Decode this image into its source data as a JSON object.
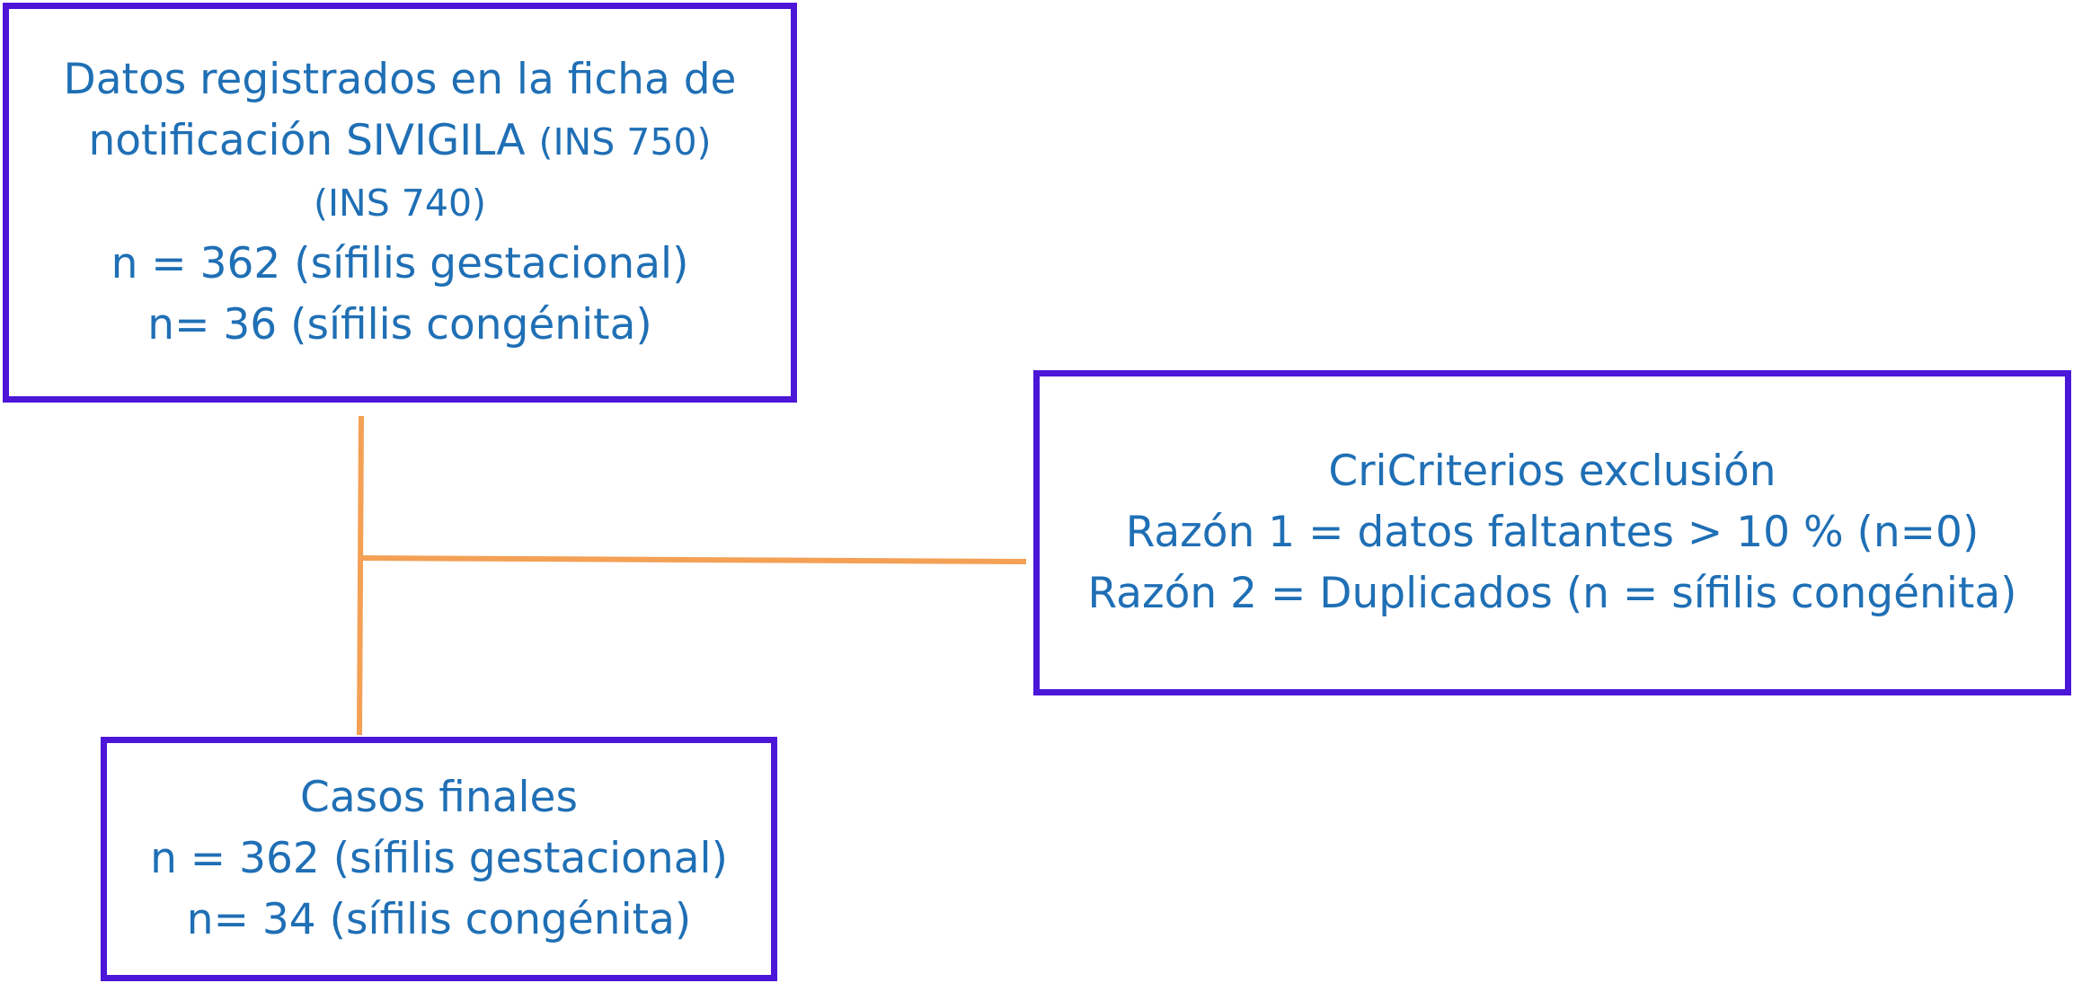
{
  "source_box": {
    "line1": "Datos registrados en la ficha de",
    "line2_main": "notificación SIVIGILA",
    "line2_code": "(INS 750)",
    "line3_code": "(INS 740)",
    "line4": "n = 362 (sífilis gestacional)",
    "line5": "n= 36 (sífilis congénita)"
  },
  "exclusion_box": {
    "title": "CriCriterios exclusión",
    "reason1": "Razón 1 = datos faltantes > 10 % (n=0)",
    "reason2": "Razón 2 = Duplicados (n = sífilis congénita)"
  },
  "final_box": {
    "title": "Casos finales",
    "line1": "n = 362 (sífilis gestacional)",
    "line2": "n= 34 (sífilis congénita)"
  },
  "colors": {
    "box_border": "#4b16d8",
    "text": "#1f6fb5",
    "connector": "#f4a055"
  }
}
